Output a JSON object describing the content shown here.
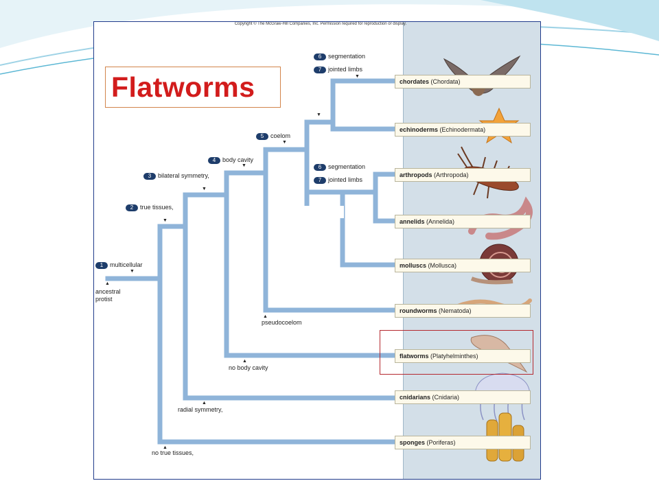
{
  "copyright": "Copyright © The McGraw-Hill Companies, Inc. Permission required for reproduction or display.",
  "title": "Flatworms",
  "root": {
    "line1": "ancestral",
    "line2": "protist"
  },
  "characters": [
    {
      "num": "1",
      "text": "multicellular"
    },
    {
      "num": "2",
      "text": "true tissues,"
    },
    {
      "num": "3",
      "text": "bilateral symmetry,"
    },
    {
      "num": "4",
      "text": "body cavity"
    },
    {
      "num": "5",
      "text": "coelom"
    },
    {
      "num": "6",
      "text": "segmentation"
    },
    {
      "num": "7",
      "text": "jointed limbs"
    },
    {
      "num": "6",
      "text": "segmentation"
    },
    {
      "num": "7",
      "text": "jointed limbs"
    }
  ],
  "alt_characters": {
    "no_tissues": "no true tissues,",
    "radial": "radial symmetry,",
    "no_cavity": "no body cavity",
    "pseudocoelom": "pseudocoelom"
  },
  "taxa": [
    {
      "common": "chordates",
      "sci": "(Chordata)"
    },
    {
      "common": "echinoderms",
      "sci": "(Echinodermata)"
    },
    {
      "common": "arthropods",
      "sci": "(Arthropoda)"
    },
    {
      "common": "annelids",
      "sci": "(Annelida)"
    },
    {
      "common": "molluscs",
      "sci": "(Mollusca)"
    },
    {
      "common": "roundworms",
      "sci": "(Nematoda)"
    },
    {
      "common": "flatworms",
      "sci": "(Platyhelminthes)"
    },
    {
      "common": "cnidarians",
      "sci": "(Cnidaria)"
    },
    {
      "common": "sponges",
      "sci": "(Poriferas)"
    }
  ],
  "colors": {
    "branch": "#8fb4d9",
    "highlight": "#b4272e",
    "title": "#d21c1c",
    "badge": "#1e3d6b"
  }
}
